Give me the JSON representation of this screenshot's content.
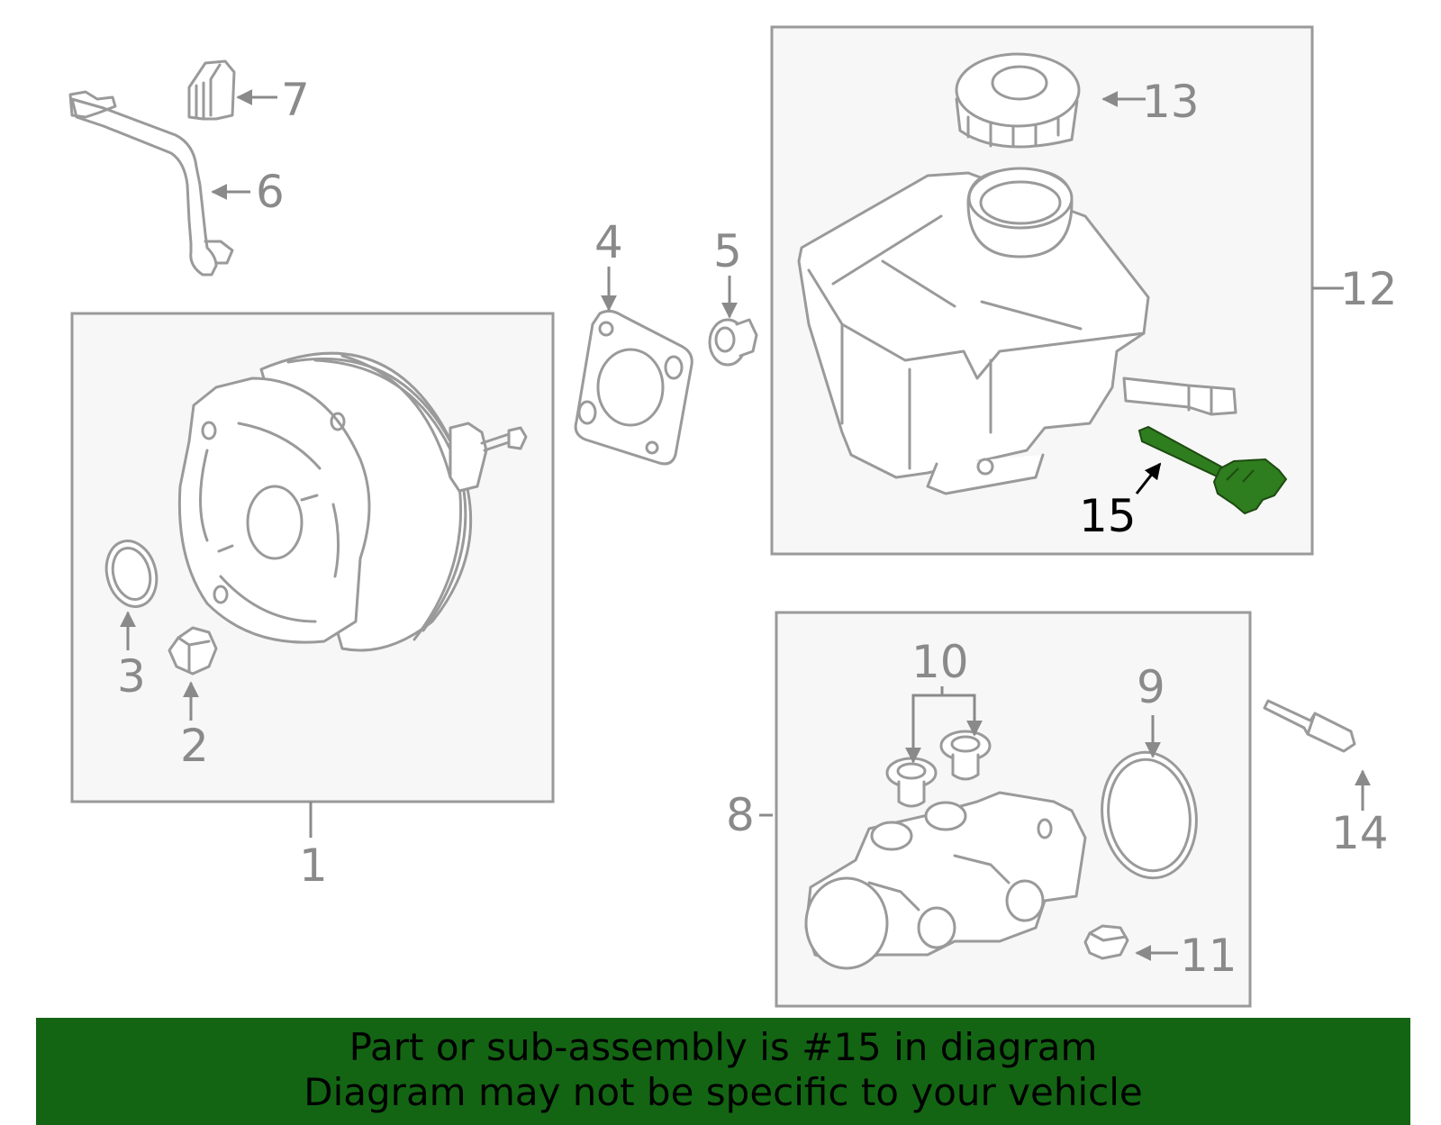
{
  "callouts": {
    "c1": "1",
    "c2": "2",
    "c3": "3",
    "c4": "4",
    "c5": "5",
    "c6": "6",
    "c7": "7",
    "c8": "8",
    "c9": "9",
    "c10": "10",
    "c11": "11",
    "c12": "12",
    "c13": "13",
    "c14": "14",
    "c15": "15"
  },
  "highlighted_part": "15",
  "colors": {
    "highlight": "#2e7d1e",
    "banner": "#136513",
    "line": "#9a9a9a",
    "box_fill": "#f7f7f7"
  },
  "banner": {
    "line1": "Part or sub-assembly is #15 in diagram",
    "line2": "Diagram may not be specific to your vehicle"
  }
}
